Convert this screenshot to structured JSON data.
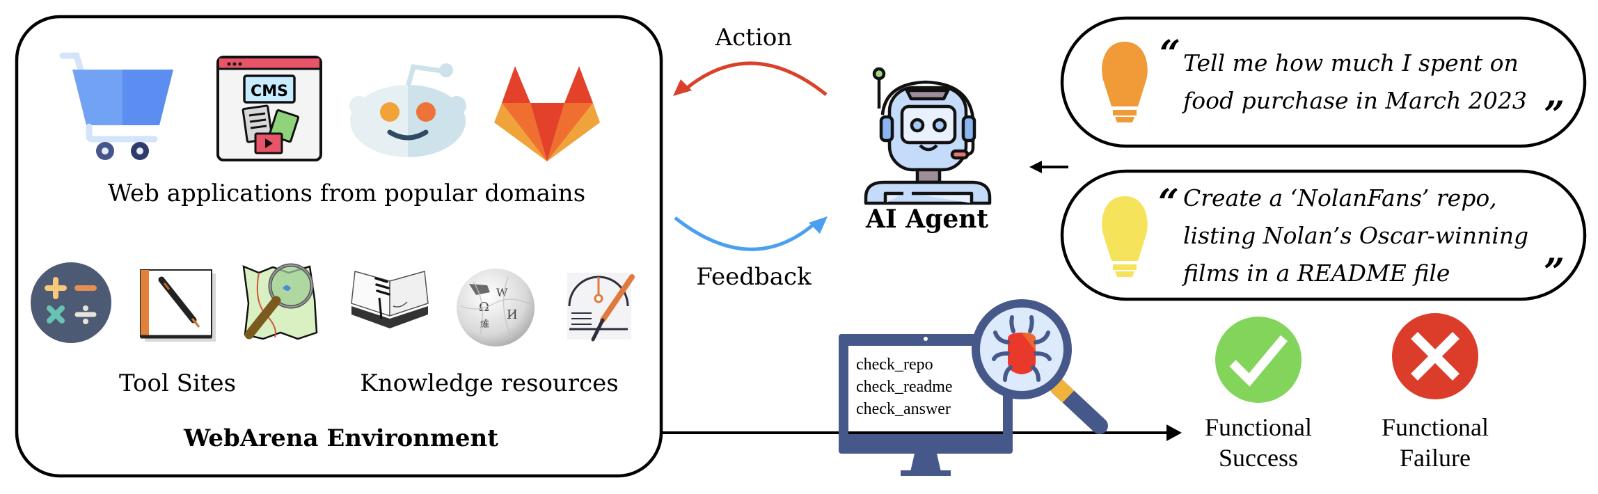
{
  "environment": {
    "title": "WebArena Environment",
    "web_apps": {
      "caption": "Web applications from popular domains",
      "icons": [
        "shopping-cart-icon",
        "cms-icon",
        "reddit-icon",
        "gitlab-icon"
      ]
    },
    "tool_sites": {
      "caption": "Tool Sites",
      "icons": [
        "calculator-icon",
        "notebook-pen-icon",
        "map-search-icon"
      ]
    },
    "knowledge": {
      "caption": "Knowledge resources",
      "icons": [
        "book-icon",
        "wikipedia-icon",
        "documentation-icon"
      ]
    }
  },
  "flows": {
    "action_label": "Action",
    "feedback_label": "Feedback",
    "action_color": "#d9412b",
    "feedback_color": "#4a9ff0"
  },
  "agent": {
    "label": "AI Agent",
    "icon": "robot-icon"
  },
  "tasks": [
    {
      "icon": "lightbulb-icon",
      "bulb_color": "#f09a38",
      "open_quote": "“",
      "close_quote": "”",
      "lines": [
        "Tell me how much I spent on",
        "food purchase in March 2023"
      ]
    },
    {
      "icon": "lightbulb-icon",
      "bulb_color": "#f5e35c",
      "open_quote": "“",
      "close_quote": "”",
      "lines": [
        "Create a ‘NolanFans’ repo,",
        "listing Nolan’s Oscar-winning",
        "films in a README file"
      ]
    }
  ],
  "evaluator": {
    "icon": "monitor-bug-icon",
    "checks": [
      "check_repo",
      "check_readme",
      "check_answer"
    ],
    "monitor_color": "#465789"
  },
  "outcomes": [
    {
      "label_line1": "Functional",
      "label_line2": "Success",
      "icon": "checkmark-icon",
      "color": "#82d45a"
    },
    {
      "label_line1": "Functional",
      "label_line2": "Failure",
      "icon": "cross-icon",
      "color": "#dc3d2a"
    }
  ]
}
